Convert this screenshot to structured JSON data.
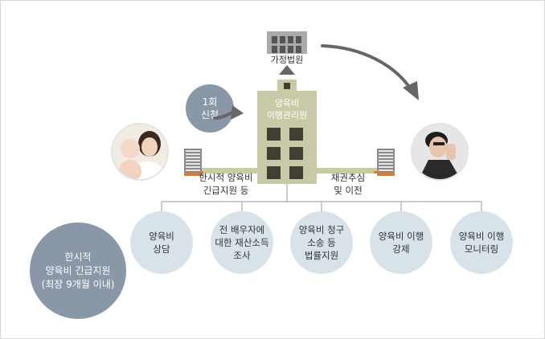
{
  "court": {
    "label": "가정법원"
  },
  "request": {
    "label": "1회\n신청"
  },
  "agency": {
    "label": "양육비\n이행관리원"
  },
  "left_branch": {
    "label": "한시적 양육비\n긴급지원 등"
  },
  "right_branch": {
    "label": "채권추심\n및 이전"
  },
  "emergency": {
    "label": "한시적\n양육비 긴급지원\n(최장 9개월 이내)"
  },
  "services": [
    {
      "label": "양육비\n상담"
    },
    {
      "label": "전 배우자에\n대한 재산소득\n조사"
    },
    {
      "label": "양육비 청구\n소송 등\n법률지원"
    },
    {
      "label": "양육비 이행\n강제"
    },
    {
      "label": "양육비 이행\n모니터링"
    }
  ],
  "colors": {
    "building": "#c9c9a8",
    "building_window": "#3f3f34",
    "circle_light": "#d7e3e8",
    "circle_dark": "#8898a6",
    "connector": "#c9cc9e",
    "accent": "#e07a2f",
    "arrow": "#666666"
  }
}
